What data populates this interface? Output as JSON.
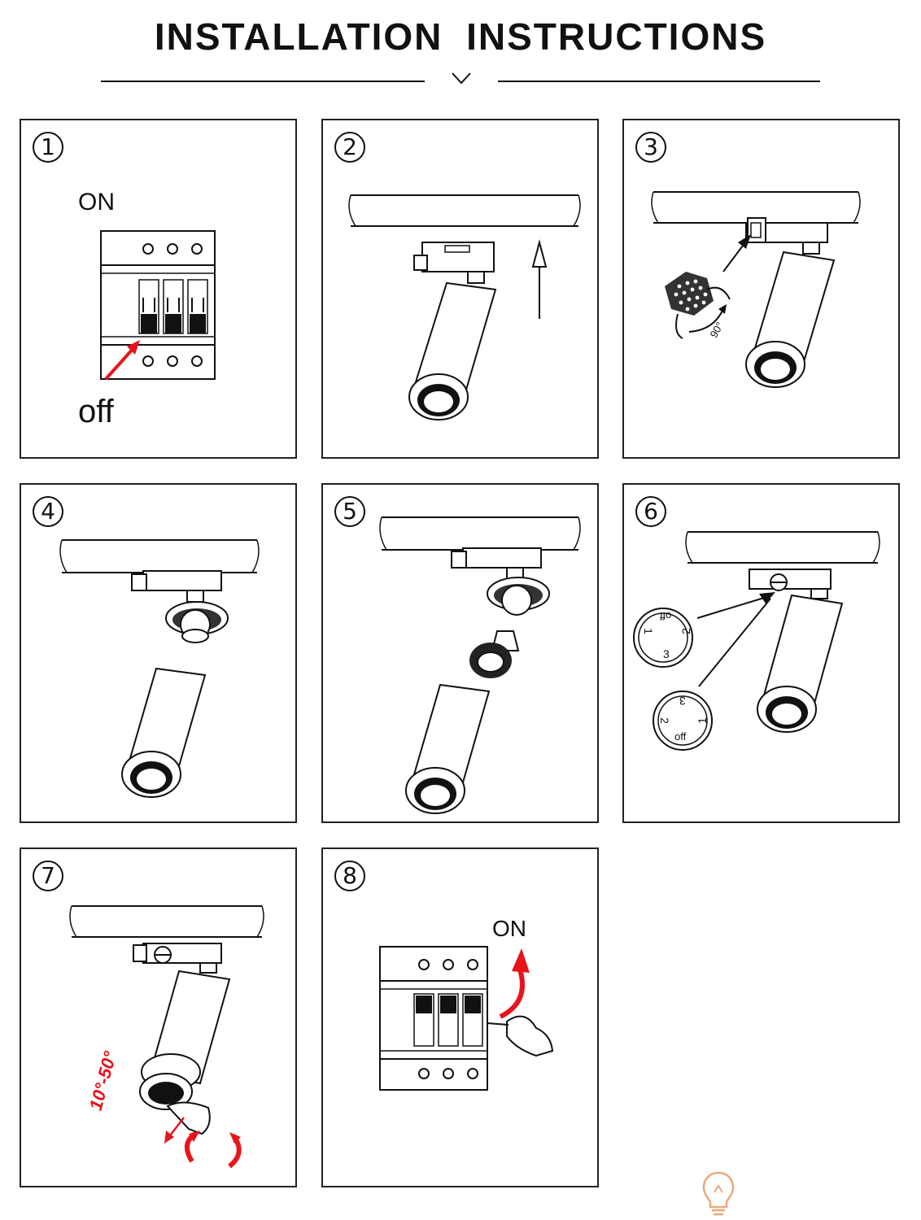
{
  "header": {
    "title": "INSTALLATION  INSTRUCTIONS"
  },
  "steps": [
    {
      "number": "1",
      "labels": {
        "on": "ON",
        "off": "off"
      }
    },
    {
      "number": "2"
    },
    {
      "number": "3",
      "labels": {
        "angle": "90°"
      }
    },
    {
      "number": "4"
    },
    {
      "number": "5"
    },
    {
      "number": "6",
      "labels": {
        "dial_top": [
          "off",
          "1",
          "2",
          "3"
        ],
        "dial_bottom": [
          "3",
          "2",
          "1",
          "off"
        ]
      }
    },
    {
      "number": "7",
      "labels": {
        "range": "10°-50°"
      }
    },
    {
      "number": "8",
      "labels": {
        "on": "ON"
      }
    }
  ],
  "colors": {
    "line": "#111111",
    "accent_red": "#e8141c",
    "logo": "#e8a87c"
  },
  "icons": {
    "brand_logo": "lightbulb-icon"
  }
}
